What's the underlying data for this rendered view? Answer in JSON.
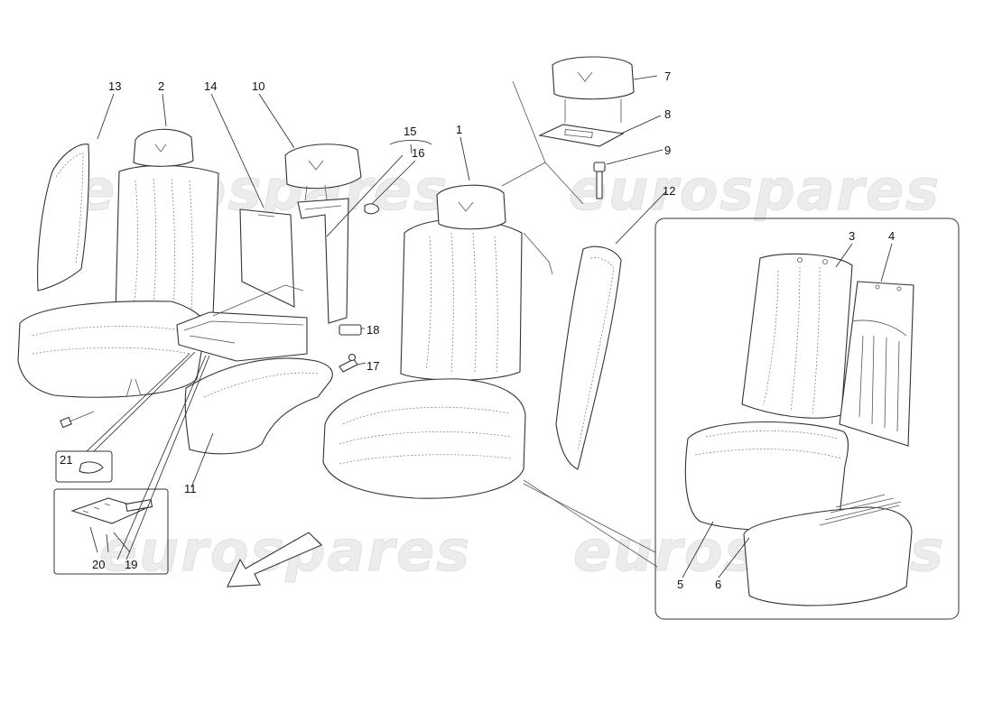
{
  "watermark": "eurospares",
  "callouts": {
    "c1": "1",
    "c2": "2",
    "c3": "3",
    "c4": "4",
    "c5": "5",
    "c6": "6",
    "c7": "7",
    "c8": "8",
    "c9": "9",
    "c10": "10",
    "c11": "11",
    "c12": "12",
    "c13": "13",
    "c14": "14",
    "c15": "15",
    "c16": "16",
    "c17": "17",
    "c18": "18",
    "c19": "19",
    "c20": "20",
    "c21": "21"
  }
}
